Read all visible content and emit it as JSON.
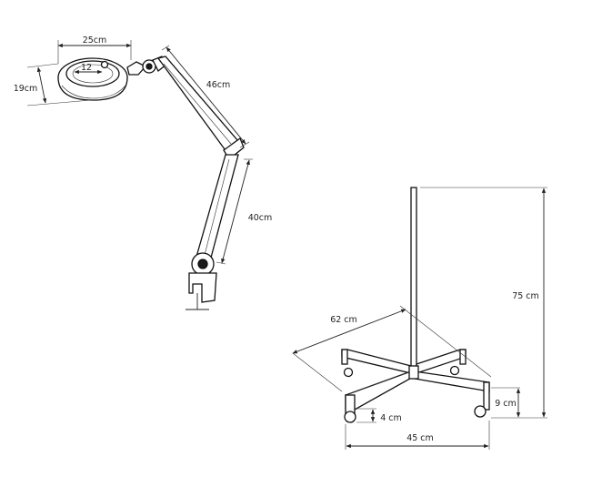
{
  "lamp": {
    "head_width": "25cm",
    "lens_diameter": "12",
    "head_depth": "19cm",
    "upper_arm": "46cm",
    "lower_arm": "40cm"
  },
  "stand": {
    "base_diagonal": "62 cm",
    "pole_height": "75 cm",
    "base_height": "9 cm",
    "caster_height": "4 cm",
    "base_width": "45 cm"
  }
}
